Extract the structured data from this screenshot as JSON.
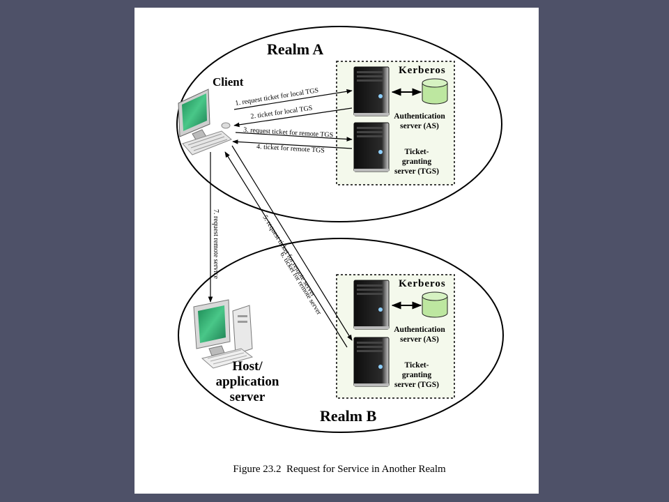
{
  "colors": {
    "background": "#4e5168",
    "slide": "#ffffff",
    "kerberos_box_border": "#000000",
    "kerberos_box_fill": "#f4f9ec",
    "database": "#bde7a0",
    "monitor_screen": "#34a86f",
    "server_body": "#1e1e1e"
  },
  "realm_a": {
    "title": "Realm A",
    "kerberos": "Kerberos",
    "as_line1": "Authentication",
    "as_line2": "server (AS)",
    "tgs_line1": "Ticket-",
    "tgs_line2": "granting",
    "tgs_line3": "server (TGS)"
  },
  "realm_b": {
    "title": "Realm B",
    "kerberos": "Kerberos",
    "as_line1": "Authentication",
    "as_line2": "server (AS)",
    "tgs_line1": "Ticket-",
    "tgs_line2": "granting",
    "tgs_line3": "server (TGS)"
  },
  "client": {
    "label": "Client",
    "icon": "desktop-computer-icon"
  },
  "host": {
    "line1": "Host/",
    "line2": "application",
    "line3": "server",
    "icon": "server-computer-icon"
  },
  "arrows": {
    "a1": "1. request ticket for local TGS",
    "a2": "2. ticket for local TGS",
    "a3": "3. request ticket for remote TGS",
    "a4": "4. ticket for remote TGS",
    "a5": "5. request ticket for remote server",
    "a6": "6. ticket for remote server",
    "a7": "7. request remote service"
  },
  "caption": "Figure 23.2  Request for Service in Another Realm"
}
